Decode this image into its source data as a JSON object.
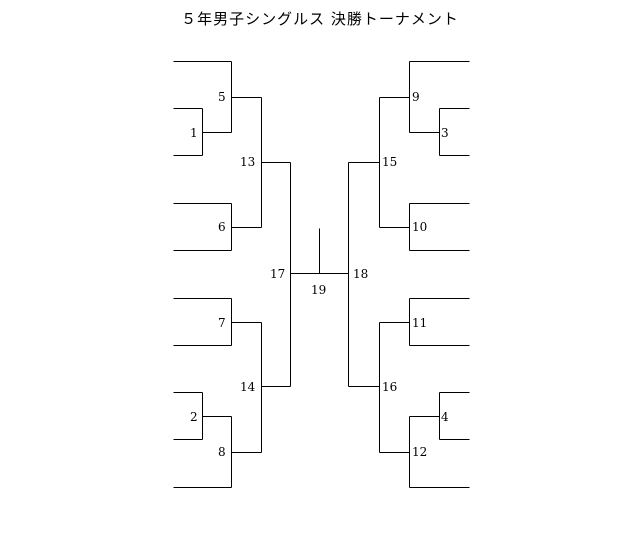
{
  "title": "５年男子シングルス 決勝トーナメント",
  "matches": {
    "m1": "1",
    "m2": "2",
    "m3": "3",
    "m4": "4",
    "m5": "5",
    "m6": "6",
    "m7": "7",
    "m8": "8",
    "m9": "9",
    "m10": "10",
    "m11": "11",
    "m12": "12",
    "m13": "13",
    "m14": "14",
    "m15": "15",
    "m16": "16",
    "m17": "17",
    "m18": "18",
    "m19": "19"
  }
}
